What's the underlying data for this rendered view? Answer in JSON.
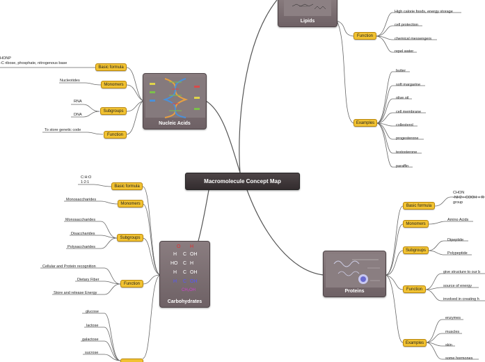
{
  "root": {
    "title": "Macromolecule Concept Map"
  },
  "lipids": {
    "title": "Lipids",
    "function": {
      "label": "Function",
      "items": [
        "High calorie foods, energy storage",
        "cell protection",
        "chemical messengers",
        "repel water"
      ]
    },
    "examples": {
      "label": "Examples",
      "items": [
        "butter",
        "soft margarine",
        "olive oil",
        "cell membrane",
        "collesterol",
        "progesterone",
        "testosterone",
        "paraffin"
      ]
    }
  },
  "nucleic_acids": {
    "title": "Nucleic Acids",
    "basic_formula": {
      "label": "Basic formula",
      "lines": [
        "HONP",
        "-C ribose, phosphate, nitrogenous base"
      ]
    },
    "monomers": {
      "label": "Monomers",
      "items": [
        "Nucleotides"
      ]
    },
    "subgroups": {
      "label": "Subgroups",
      "items": [
        "RNA",
        "DNA"
      ]
    },
    "function": {
      "label": "Function",
      "items": [
        "To store genetic code"
      ]
    }
  },
  "carbohydrates": {
    "title": "Carbohydrates",
    "basic_formula": {
      "label": "Basic formula",
      "lines": [
        "C:H:O",
        "1:2:1"
      ]
    },
    "monomers": {
      "label": "Monomers",
      "items": [
        "Monosaccharides"
      ]
    },
    "subgroups": {
      "label": "Subgroups",
      "items": [
        "Monosaccharides",
        "Disaccharides",
        "Polysaccharides"
      ]
    },
    "function": {
      "label": "Function",
      "items": [
        "Cellular and Protein recognition",
        "Dietary Fiber",
        "Store and release Energy"
      ]
    },
    "examples": {
      "items": [
        "glucose",
        "lactose",
        "galactose",
        "sucrose"
      ]
    },
    "structure": {
      "top": "O",
      "topH": "H",
      "oh": "OH",
      "ho": "HO",
      "h": "H",
      "c": "C",
      "bottom": "CH₂OH"
    }
  },
  "proteins": {
    "title": "Proteins",
    "basic_formula": {
      "label": "Basic formula",
      "lines": [
        "CHON",
        "-NH2+-COOH + R",
        "group"
      ]
    },
    "monomers": {
      "label": "Monomers",
      "items": [
        "Amino Acids"
      ]
    },
    "subgroups": {
      "label": "Subgroups",
      "items": [
        "Dipeptide",
        "Polypeptide"
      ]
    },
    "function": {
      "label": "Function",
      "items": [
        "give structure to our b",
        "source of energy",
        "involved in creating h"
      ]
    },
    "examples": {
      "label": "Examples",
      "items": [
        "enzymes",
        "muscles",
        "skin",
        "some hormones"
      ]
    }
  },
  "colors": {
    "node_fill": "#f1c232",
    "node_border": "#b8860b",
    "card_fill": "#7d7073",
    "root_fill": "#3d3537",
    "link": "#555555"
  }
}
